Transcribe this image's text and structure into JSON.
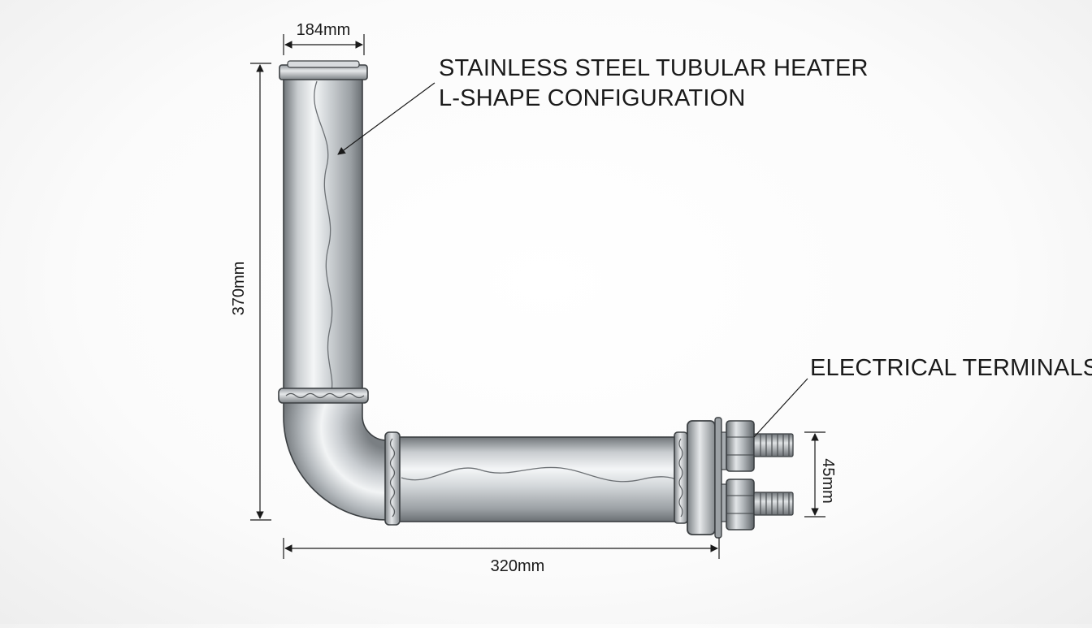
{
  "labels": {
    "title_line1": "STAINLESS STEEL TUBULAR HEATER",
    "title_line2": "L-SHAPE CONFIGURATION",
    "terminals": "ELECTRICAL TERMINALS"
  },
  "dimensions": {
    "top_width": "184mm",
    "vertical_length": "370mm",
    "horizontal_length": "320mm",
    "terminal_spacing": "45mm"
  }
}
